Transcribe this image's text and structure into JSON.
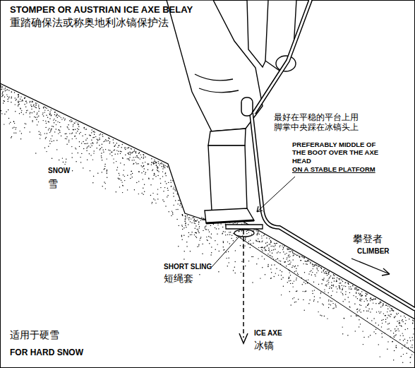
{
  "diagram": {
    "title": "STOMPER OR AUSTRIAN ICE AXE BELAY",
    "labels": [
      "重踏确保法或称奥地利冰镐保护法",
      "最好在平稳的平台上用 脚掌中央踩在冰镐头上",
      "PREFERABLY MIDDLE OF THE BOOT OVER THE AXE HEAD",
      "ON A STABLE PLATFORM",
      "SNOW",
      "雪",
      "攀登者",
      "CLIMBER",
      "SHORT SLING",
      "短绳套",
      "ICE AXE",
      "冰镐",
      "适用于硬雪",
      "FOR HARD SNOW"
    ]
  }
}
